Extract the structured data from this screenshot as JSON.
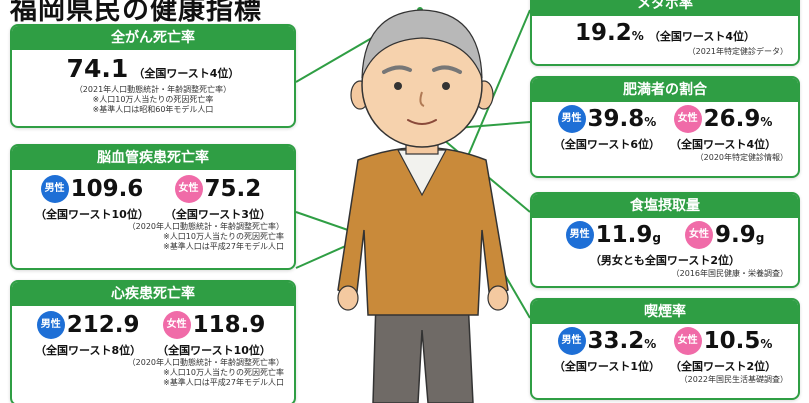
{
  "page": {
    "title": "福岡県民の健康指標"
  },
  "cards": {
    "cancer": {
      "title": "全がん死亡率",
      "value": "74.1",
      "rank": "（全国ワースト4位）",
      "notes": [
        "（2021年人口動態統計・年齢調整死亡率）",
        "※人口10万人当たりの死因死亡率",
        "※基準人口は昭和60年モデル人口"
      ]
    },
    "cerebro": {
      "title": "脳血管疾患死亡率",
      "male": {
        "badge": "男性",
        "value": "109.6",
        "rank": "（全国ワースト10位）"
      },
      "female": {
        "badge": "女性",
        "value": "75.2",
        "rank": "（全国ワースト3位）"
      },
      "notes": [
        "（2020年人口動態統計・年齢調整死亡率）",
        "※人口10万人当たりの死因死亡率",
        "※基準人口は平成27年モデル人口"
      ]
    },
    "heart": {
      "title": "心疾患死亡率",
      "male": {
        "badge": "男性",
        "value": "212.9",
        "rank": "（全国ワースト8位）"
      },
      "female": {
        "badge": "女性",
        "value": "118.9",
        "rank": "（全国ワースト10位）"
      },
      "notes": [
        "（2020年人口動態統計・年齢調整死亡率）",
        "※人口10万人当たりの死因死亡率",
        "※基準人口は平成27年モデル人口"
      ]
    },
    "metabo": {
      "title": "メタボ率",
      "value": "19.2",
      "unit": "%",
      "rank": "（全国ワースト4位）",
      "source": "（2021年特定健診データ）"
    },
    "obesity": {
      "title": "肥満者の割合",
      "male": {
        "badge": "男性",
        "value": "39.8",
        "unit": "%",
        "rank": "（全国ワースト6位）"
      },
      "female": {
        "badge": "女性",
        "value": "26.9",
        "unit": "%",
        "rank": "（全国ワースト4位）"
      },
      "source": "（2020年特定健診情報）"
    },
    "salt": {
      "title": "食塩摂取量",
      "male": {
        "badge": "男性",
        "value": "11.9",
        "unit": "g"
      },
      "female": {
        "badge": "女性",
        "value": "9.9",
        "unit": "g"
      },
      "rank": "（男女とも全国ワースト2位）",
      "source": "（2016年国民健康・栄養調査）"
    },
    "smoking": {
      "title": "喫煙率",
      "male": {
        "badge": "男性",
        "value": "33.2",
        "unit": "%",
        "rank": "（全国ワースト1位）"
      },
      "female": {
        "badge": "女性",
        "value": "10.5",
        "unit": "%",
        "rank": "（全国ワースト2位）"
      },
      "source": "（2022年国民生活基礎調査）"
    }
  },
  "colors": {
    "accent_green": "#2f9e44",
    "male_blue": "#1e6fd6",
    "female_pink": "#f06ba8"
  }
}
